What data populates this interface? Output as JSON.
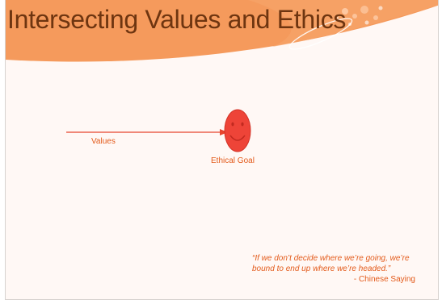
{
  "slide": {
    "title": "Intersecting Values and Ethics",
    "values_label": "Values",
    "goal_label": "Ethical Goal",
    "quote": "“If we don’t decide where we’re going, we’re bound to end up where we’re headed.”",
    "quote_attribution": "- Chinese Saying"
  },
  "colors": {
    "header_orange": "#f59a5c",
    "header_light": "#fbb886",
    "title": "#6e3510",
    "accent_text": "#e35a1a",
    "arrow": "#e8452e",
    "smiley_fill": "#ee4438",
    "background": "#fff8f5"
  },
  "icons": {
    "arrow": "right-arrow-icon",
    "goal": "smiley-face-icon"
  }
}
